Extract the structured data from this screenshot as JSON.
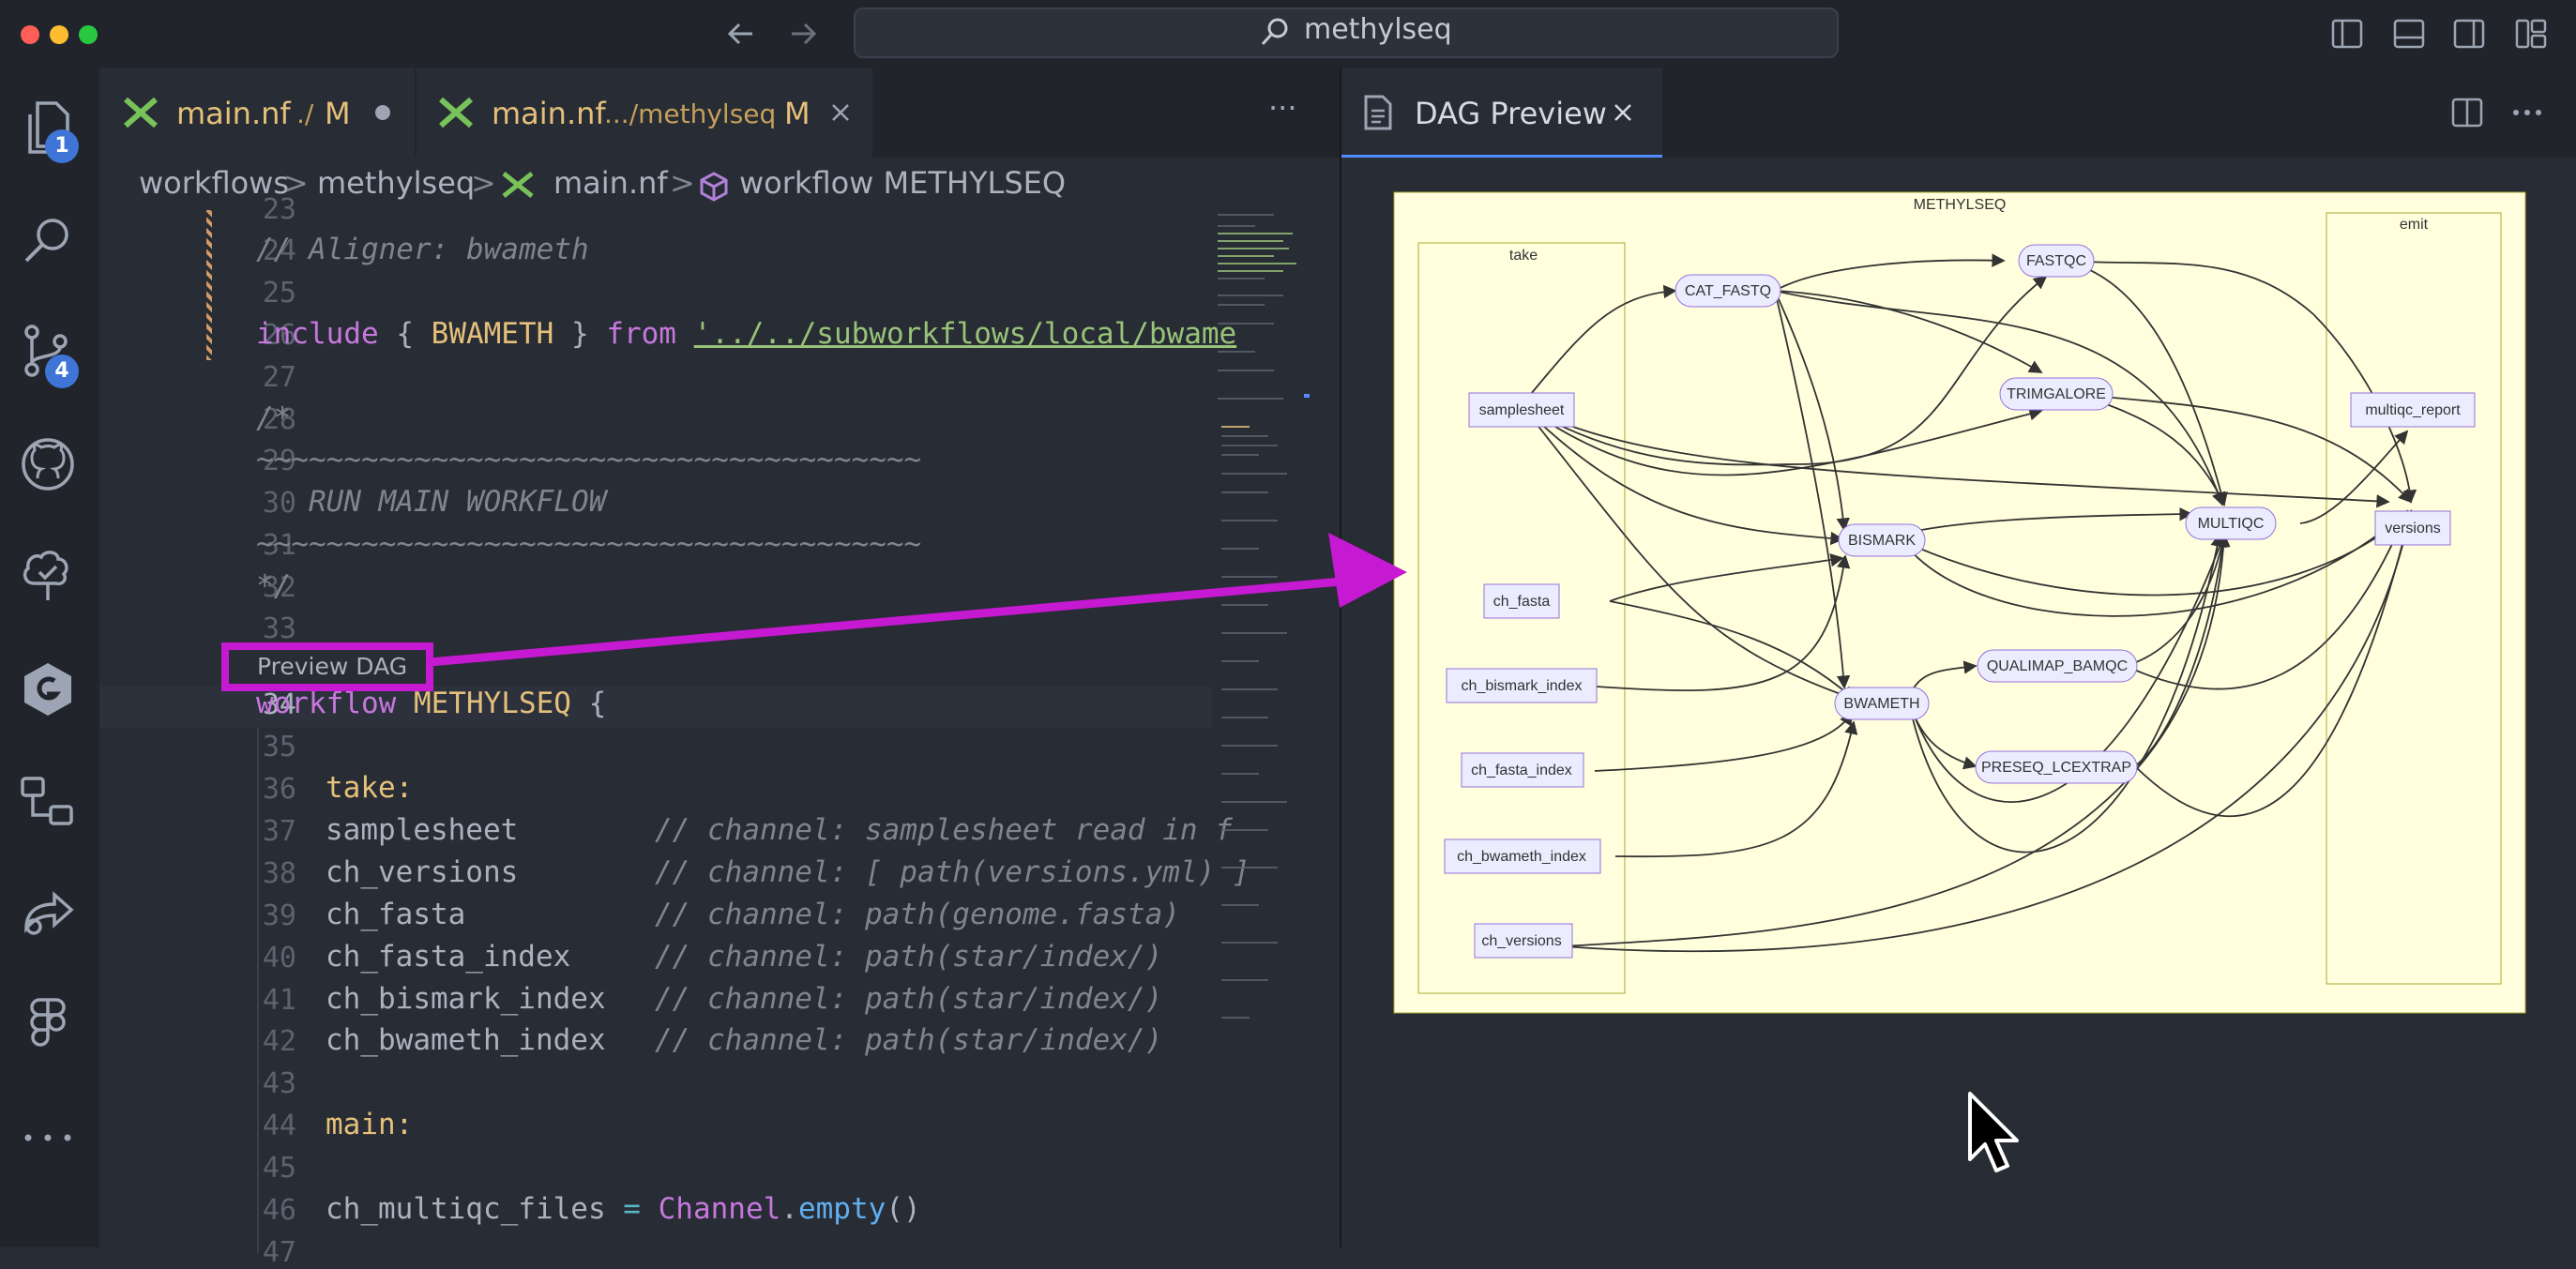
{
  "titlebar": {
    "search_text": "methylseq"
  },
  "activitybar": {
    "explorer_badge": "1",
    "scm_badge": "4"
  },
  "tabs": [
    {
      "label": "main.nf",
      "path": "./",
      "status": "M"
    },
    {
      "label": "main.nf",
      "path": ".../methylseq",
      "status": "M"
    }
  ],
  "tabs_overflow": "···",
  "preview_tab": {
    "label": "DAG Preview"
  },
  "breadcrumb": {
    "items": [
      "workflows",
      "methylseq",
      "main.nf",
      "workflow METHYLSEQ"
    ]
  },
  "editor": {
    "lines": [
      {
        "num": "23",
        "text": ""
      },
      {
        "num": "24",
        "text": "// Aligner: bwameth"
      },
      {
        "num": "25",
        "text": ""
      },
      {
        "num": "26",
        "kw": "include",
        "p1": " { ",
        "name": "BWAMETH",
        "p2": " } ",
        "kw2": "from",
        "p3": " ",
        "str": "'../../subworkflows/local/bwame"
      },
      {
        "num": "27",
        "text": ""
      },
      {
        "num": "28",
        "text": "/*"
      },
      {
        "num": "29",
        "text": "~~~~~~~~~~~~~~~~~~~~~~~~~~~~~~~~~~~~~~"
      },
      {
        "num": "30",
        "text": "   RUN MAIN WORKFLOW"
      },
      {
        "num": "31",
        "text": "~~~~~~~~~~~~~~~~~~~~~~~~~~~~~~~~~~~~~~"
      },
      {
        "num": "32",
        "text": "*/"
      },
      {
        "num": "33",
        "text": ""
      },
      {
        "num": "34",
        "kw": "workflow",
        "name": "METHYLSEQ",
        "rest": " {"
      },
      {
        "num": "35",
        "text": ""
      },
      {
        "num": "36",
        "text": "take:"
      },
      {
        "num": "37",
        "var": "samplesheet",
        "cm": "// channel: samplesheet read in f"
      },
      {
        "num": "38",
        "var": "ch_versions",
        "cm": "// channel: [ path(versions.yml) ]"
      },
      {
        "num": "39",
        "var": "ch_fasta",
        "cm": "// channel: path(genome.fasta)"
      },
      {
        "num": "40",
        "var": "ch_fasta_index",
        "cm": "// channel: path(star/index/)"
      },
      {
        "num": "41",
        "var": "ch_bismark_index",
        "cm": "// channel: path(star/index/)"
      },
      {
        "num": "42",
        "var": "ch_bwameth_index",
        "cm": "// channel: path(star/index/)"
      },
      {
        "num": "43",
        "text": ""
      },
      {
        "num": "44",
        "text": "main:"
      },
      {
        "num": "45",
        "text": ""
      },
      {
        "num": "46",
        "var": "ch_multiqc_files",
        "op": " = ",
        "cls": "Channel",
        "dot": ".",
        "fn": "empty",
        "paren": "()"
      },
      {
        "num": "47",
        "text": ""
      }
    ],
    "codelens": "Preview DAG"
  },
  "dag": {
    "title": "METHYLSEQ",
    "take_label": "take",
    "emit_label": "emit",
    "nodes": {
      "samplesheet": "samplesheet",
      "ch_fasta": "ch_fasta",
      "ch_bismark_index": "ch_bismark_index",
      "ch_fasta_index": "ch_fasta_index",
      "ch_bwameth_index": "ch_bwameth_index",
      "ch_versions": "ch_versions",
      "cat_fastq": "CAT_FASTQ",
      "fastqc": "FASTQC",
      "trimgalore": "TRIMGALORE",
      "bismark": "BISMARK",
      "bwameth": "BWAMETH",
      "qualimap": "QUALIMAP_BAMQC",
      "preseq": "PRESEQ_LCEXTRAP",
      "multiqc": "MULTIQC",
      "multiqc_report": "multiqc_report",
      "versions": "versions"
    }
  },
  "colors": {
    "accent": "#528bff",
    "highlight": "#c619d2",
    "dag_background": "#ffffde",
    "node_fill": "#ececff",
    "node_stroke": "#9370db"
  }
}
